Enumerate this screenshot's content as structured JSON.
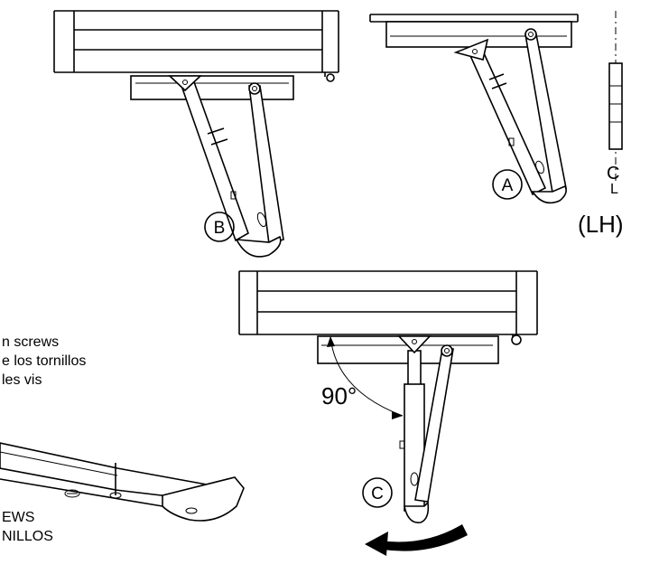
{
  "labels": {
    "A": "A",
    "B": "B",
    "C": "C",
    "centerline_c": "C",
    "centerline_l": "L",
    "lh": "(LH)",
    "angle": "90°"
  },
  "notes": {
    "line1": "n screws",
    "line2": "e los tornillos",
    "line3": "les vis",
    "line4": "EWS",
    "line5": "NILLOS"
  },
  "colors": {
    "stroke": "#000000",
    "background": "#ffffff"
  }
}
